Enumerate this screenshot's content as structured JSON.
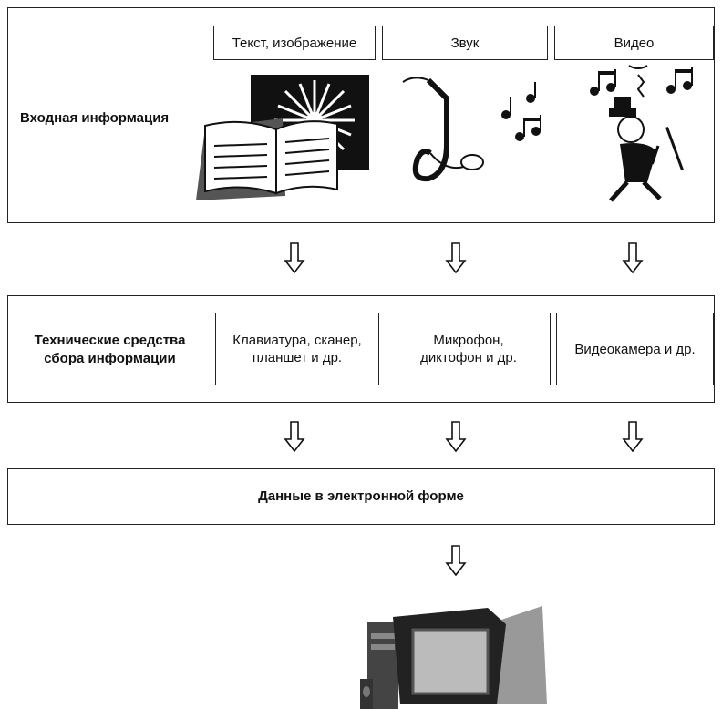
{
  "stage1": {
    "label": "Входная информация",
    "categories": [
      "Текст, изображение",
      "Звук",
      "Видео"
    ]
  },
  "stage2": {
    "label_line1": "Технические средства",
    "label_line2": "сбора информации",
    "devices": [
      {
        "line1": "Клавиатура, сканер,",
        "line2": "планшет и др."
      },
      {
        "line1": "Микрофон,",
        "line2": "диктофон и др."
      },
      {
        "line1": "Видеокамера и др.",
        "line2": ""
      }
    ]
  },
  "stage3": {
    "label": "Данные в электронной форме"
  },
  "icons": [
    "book-flower-image",
    "saxophone-notes-image",
    "conductor-notes-image",
    "computer-image",
    "down-arrow-icon"
  ]
}
